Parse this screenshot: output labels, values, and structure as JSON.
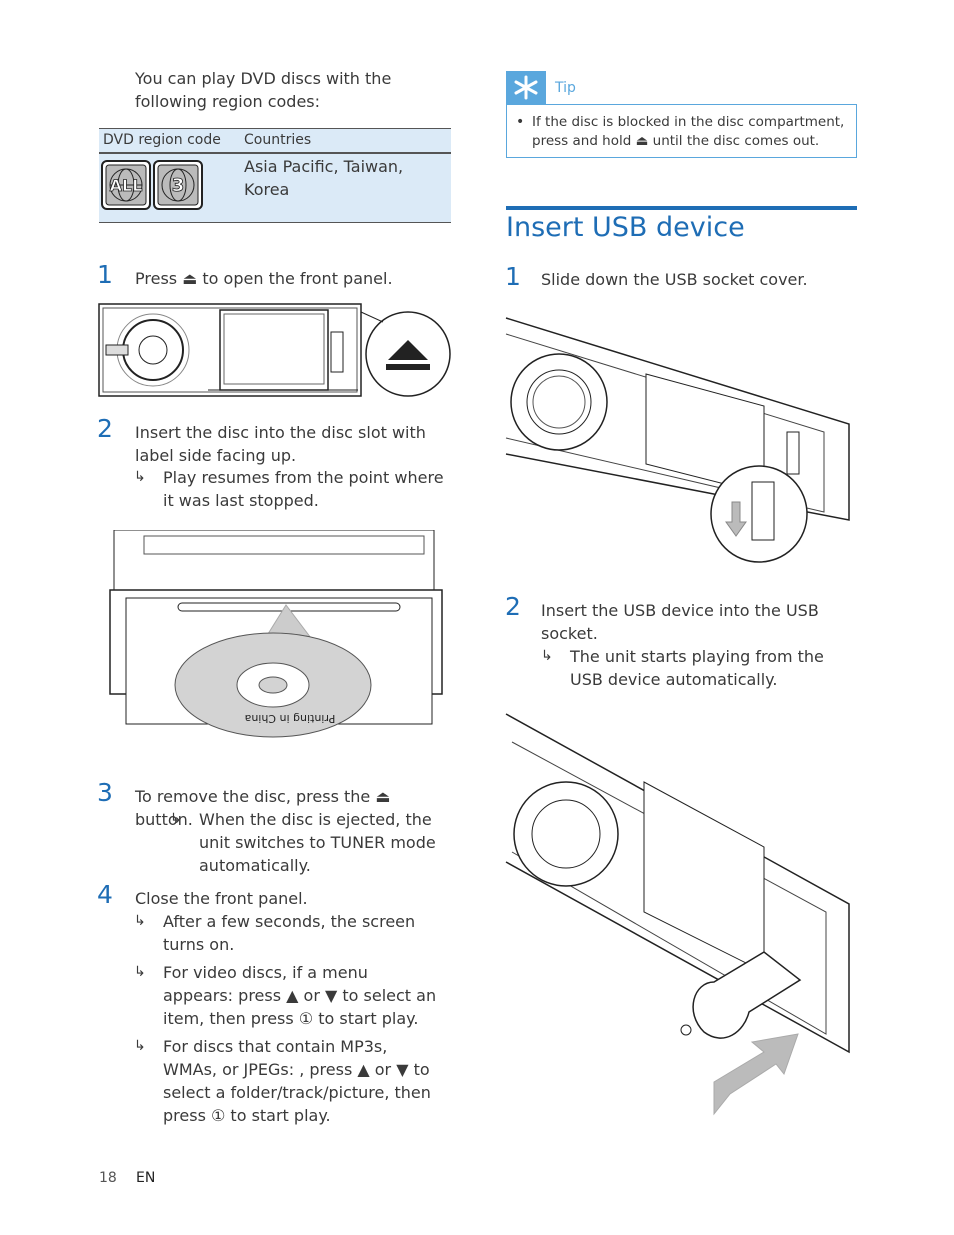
{
  "intro": "You can play DVD discs with the following region codes:",
  "region_table": {
    "headers": [
      "DVD region code",
      "Countries"
    ],
    "rows": [
      {
        "countries": "Asia Pacific, Taiwan, Korea",
        "badge_all": "ALL",
        "badge_num": "3"
      }
    ]
  },
  "left_steps": [
    {
      "num": "1",
      "text": "Press ⏏ to open the front panel."
    },
    {
      "num": "2",
      "text": "Insert the disc into the disc slot with label side facing up.",
      "results": [
        "Play resumes from the point where it was last stopped."
      ]
    },
    {
      "num": "3",
      "text": "To remove the disc, press the ⏏ button.",
      "results": [
        "When the disc is ejected, the unit switches to TUNER mode automatically."
      ]
    },
    {
      "num": "4",
      "text": "Close the front panel.",
      "results": [
        "After a few seconds, the screen turns on.",
        "For video discs, if a menu appears: press ▲ or ▼ to select an item, then press ① to start play.",
        "For discs that contain MP3s, WMAs, or JPEGs: , press ▲ or ▼ to select a folder/track/picture, then press ① to start play."
      ]
    }
  ],
  "disc_label": "Printing in China",
  "tip": {
    "label": "Tip",
    "text": "If the disc is blocked in the disc compartment, press and hold ⏏ until the disc comes out."
  },
  "usb_section": {
    "heading": "Insert USB device",
    "steps": [
      {
        "num": "1",
        "text": "Slide down the USB socket cover."
      },
      {
        "num": "2",
        "text": "Insert the USB device into the USB socket.",
        "results": [
          "The unit starts playing from the USB device automatically."
        ]
      }
    ]
  },
  "footer": {
    "page": "18",
    "lang": "EN"
  },
  "colors": {
    "accent_blue": "#1e6db5",
    "tip_blue": "#5aa7dd",
    "table_bg": "#dbeaf7"
  }
}
